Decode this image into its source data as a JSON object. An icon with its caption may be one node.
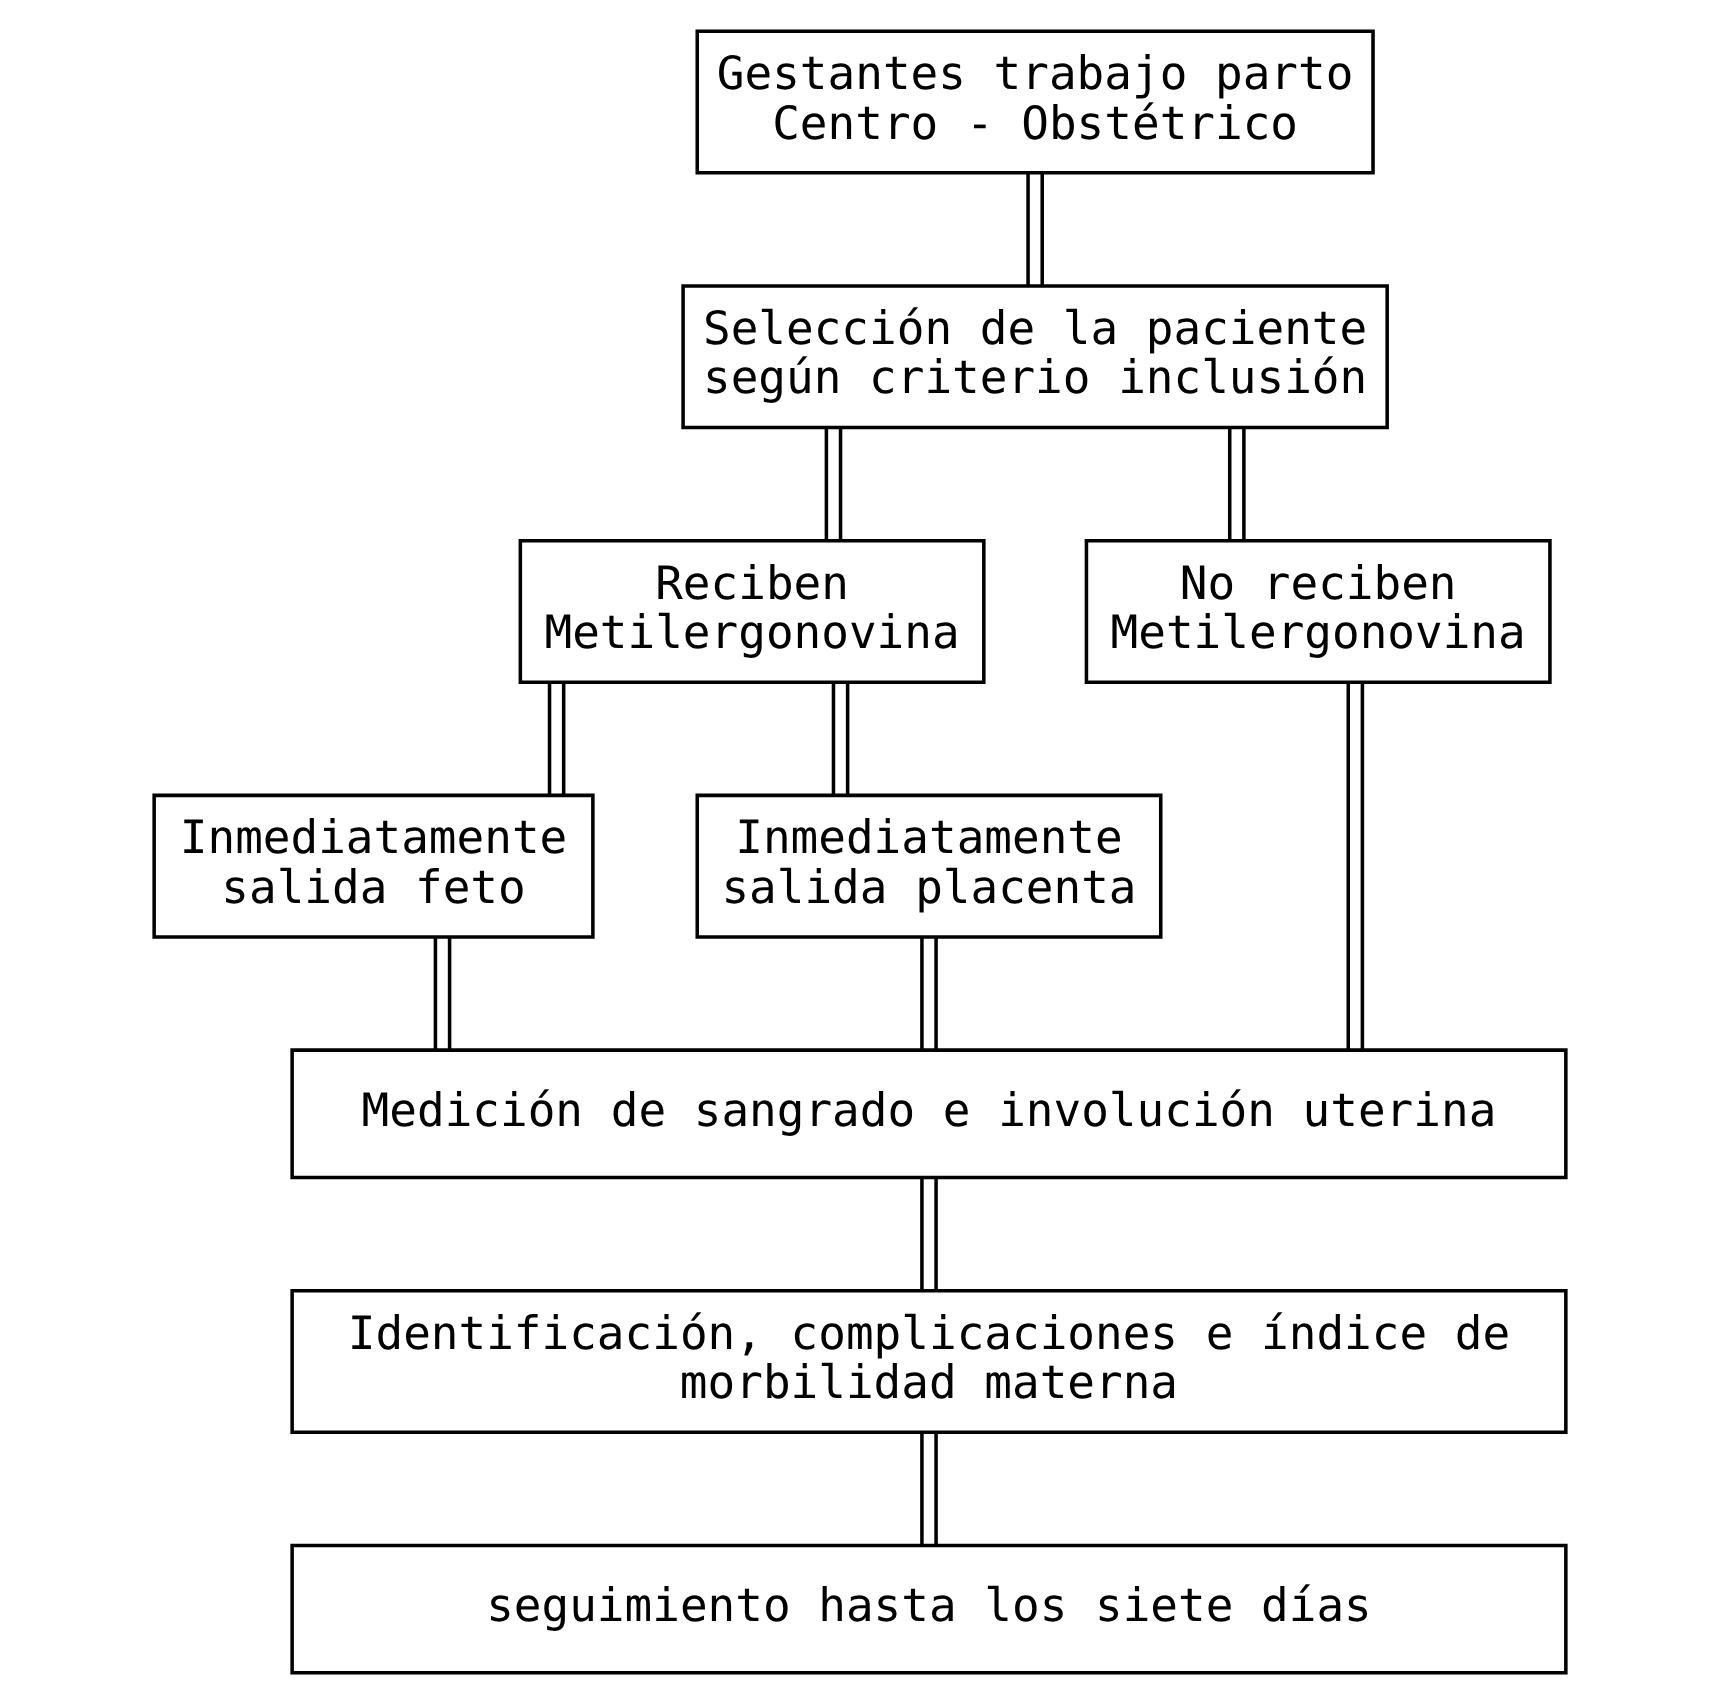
{
  "diagram": {
    "nodes": [
      {
        "text": [
          "Gestantes trabajo parto Centro - Obstétrico"
        ]
      },
      {
        "text": [
          "Selección de la paciente según criterio inclusión"
        ]
      },
      {
        "text": [
          "Reciben Metilergonovina"
        ]
      },
      {
        "text": [
          "No reciben Metilergonovina"
        ]
      },
      {
        "text": [
          "Inmediatamente salida feto"
        ]
      },
      {
        "text": [
          "Inmediatamente salida placenta"
        ]
      },
      {
        "text": [
          "Medición de sangrado e involución uterina"
        ]
      },
      {
        "text": [
          "Identificación, complicaciones e índice de morbilidad materna"
        ]
      },
      {
        "text": [
          "seguimiento hasta los siete días"
        ]
      }
    ],
    "edges": [
      {
        "from": 0,
        "to": 1,
        "arrow": "none"
      },
      {
        "from": 1,
        "to": 2,
        "arrow": "none"
      },
      {
        "from": 1,
        "to": 3,
        "arrow": "none"
      },
      {
        "from": 2,
        "to": 4,
        "arrow": "none"
      },
      {
        "from": 2,
        "to": 5,
        "arrow": "none"
      },
      {
        "from": 4,
        "to": 6,
        "arrow": "none"
      },
      {
        "from": 5,
        "to": 6,
        "arrow": "none"
      },
      {
        "from": 3,
        "to": 6,
        "arrow": "none"
      },
      {
        "from": 6,
        "to": 7,
        "arrow": "none"
      },
      {
        "from": 7,
        "to": 8,
        "arrow": "none"
      }
    ]
  }
}
